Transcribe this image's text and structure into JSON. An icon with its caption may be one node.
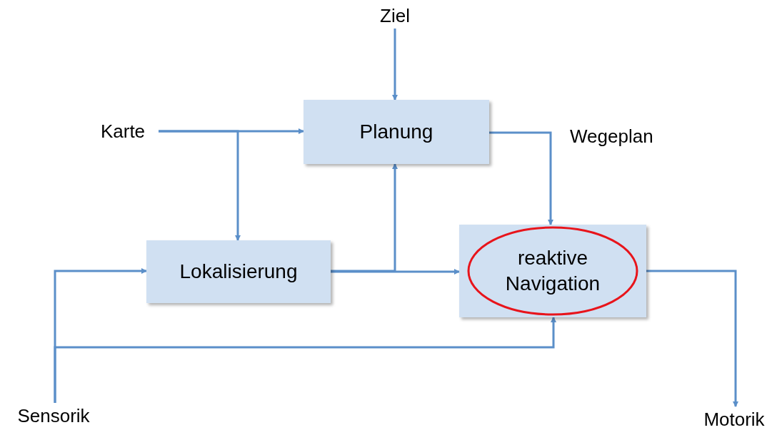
{
  "diagram": {
    "nodes": [
      {
        "text": [
          "Ziel"
        ]
      },
      {
        "text": [
          "Planung"
        ]
      },
      {
        "text": [
          "Karte"
        ]
      },
      {
        "text": [
          "Lokalisierung"
        ]
      },
      {
        "text": [],
        "shape": "box"
      },
      {
        "text": [
          "reaktive Navigation"
        ],
        "in": 4
      },
      {
        "text": [
          "Sensorik"
        ]
      },
      {
        "text": [
          "Motorik"
        ]
      }
    ],
    "edges": [
      {
        "from": 0,
        "to": 1,
        "arrow": "to"
      },
      {
        "from": 2,
        "to": 1,
        "arrow": "to"
      },
      {
        "from": 2,
        "to": 3,
        "arrow": "to"
      },
      {
        "from": 3,
        "to": 1,
        "arrow": "to"
      },
      {
        "from": 3,
        "to": 4,
        "arrow": "to"
      },
      {
        "from": 1,
        "to": 4,
        "arrow": "to",
        "label": "Wegeplan"
      },
      {
        "from": 6,
        "to": 3,
        "arrow": "to"
      },
      {
        "from": 6,
        "to": 4,
        "arrow": "to"
      },
      {
        "from": 4,
        "to": 7,
        "arrow": "to"
      }
    ]
  }
}
